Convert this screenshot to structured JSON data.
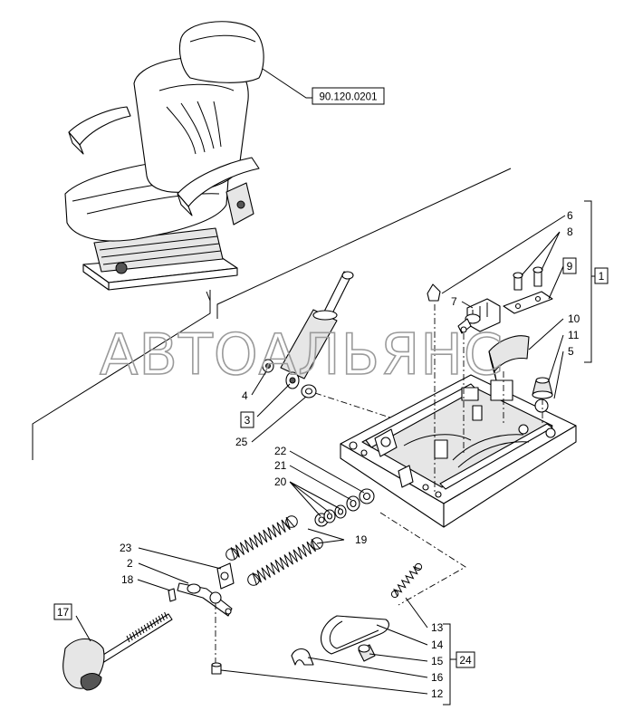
{
  "ref_code": "90.120.0201",
  "watermark": "АВТОАЛЬЯНС",
  "callouts": {
    "c1": "1",
    "c2": "2",
    "c3": "3",
    "c4": "4",
    "c5": "5",
    "c6": "6",
    "c7": "7",
    "c8": "8",
    "c9": "9",
    "c10": "10",
    "c11": "11",
    "c12": "12",
    "c13": "13",
    "c14": "14",
    "c15": "15",
    "c16": "16",
    "c17": "17",
    "c18": "18",
    "c19": "19",
    "c20": "20",
    "c21": "21",
    "c22": "22",
    "c23": "23",
    "c24": "24",
    "c25": "25"
  }
}
